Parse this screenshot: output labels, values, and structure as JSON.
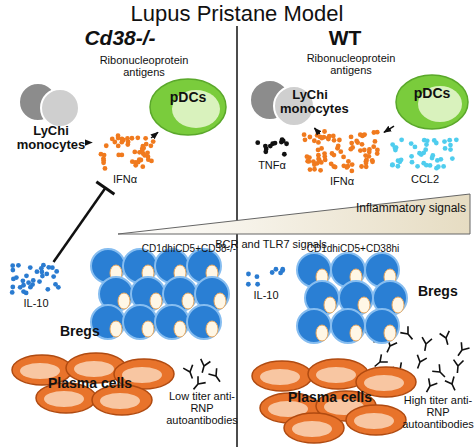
{
  "diagram": {
    "title": "Lupus Pristane Model",
    "nodes": [
      {
        "text": [
          "LyChi monocytes"
        ]
      },
      {
        "text": [
          "pDCs"
        ]
      },
      {
        "text": [
          "IFNα"
        ]
      },
      {
        "text": [
          "IL-10"
        ]
      },
      {
        "text": [
          "CD1dhiCD5+CD38-/-",
          "Bregs"
        ]
      },
      {
        "text": [
          "Plasma cells"
        ]
      },
      {
        "text": [
          "LyChi monocytes"
        ]
      },
      {
        "text": [
          "pDCs"
        ]
      },
      {
        "text": [
          "TNFα"
        ]
      },
      {
        "text": [
          "IFNα"
        ]
      },
      {
        "text": [
          "CCL2"
        ]
      },
      {
        "text": [
          "Inflammatory signals"
        ]
      },
      {
        "text": [
          "IL-10"
        ]
      },
      {
        "text": [
          "CD1dhiCD5+CD38hi",
          "Bregs"
        ]
      },
      {
        "text": [
          "Plasma cells"
        ]
      }
    ],
    "edges": [
      {
        "from": 0,
        "to": 2,
        "arrow": "to"
      },
      {
        "from": 1,
        "to": 2,
        "arrow": "to"
      },
      {
        "from": 3,
        "to": 2,
        "arrow": "to"
      },
      {
        "from": 6,
        "to": 9,
        "arrow": "to"
      },
      {
        "from": 7,
        "to": 9,
        "arrow": "to"
      }
    ],
    "labels": [
      "Cd38-/-",
      "WT",
      "Ribonucleoprotein antigens",
      "Ribonucleoprotein antigens",
      "BCR and TLR7 signals",
      "Low titer anti-RNP autoantibodies",
      "High titer anti-RNP autoantibodies"
    ]
  }
}
